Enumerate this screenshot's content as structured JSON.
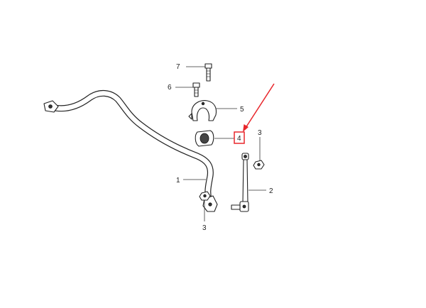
{
  "diagram": {
    "callouts": {
      "label_1": "1",
      "label_2": "2",
      "label_3_upper": "3",
      "label_3_lower": "3",
      "label_4": "4",
      "label_5": "5",
      "label_6": "6",
      "label_7": "7"
    },
    "highlight": {
      "target_label": "4",
      "color": "#e8262b"
    }
  }
}
